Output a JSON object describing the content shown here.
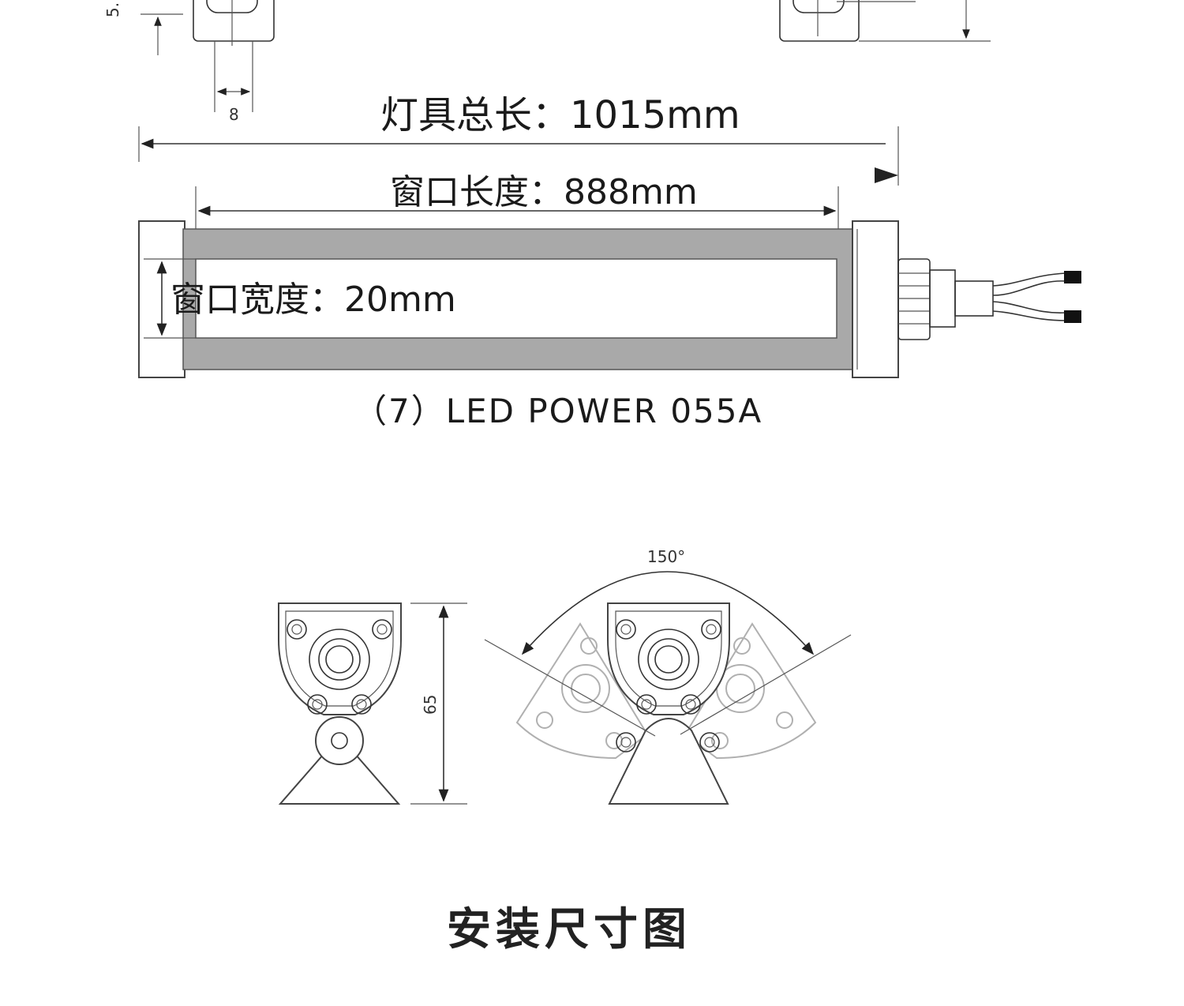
{
  "top_drawing": {
    "left_dim_text": "5.",
    "slot_width_text": "8"
  },
  "side_view": {
    "total_length_label": "灯具总长：1015mm",
    "window_length_label": "窗口长度：888mm",
    "window_width_label": "窗口宽度：20mm",
    "model_label": "（7）LED POWER 055A"
  },
  "end_view": {
    "height_label": "65",
    "angle_label": "150°"
  },
  "section_title": "安装尺寸图",
  "colors": {
    "window_gray": "#a9a9a9",
    "line": "#333333",
    "ghost": "#b0b0b0"
  }
}
